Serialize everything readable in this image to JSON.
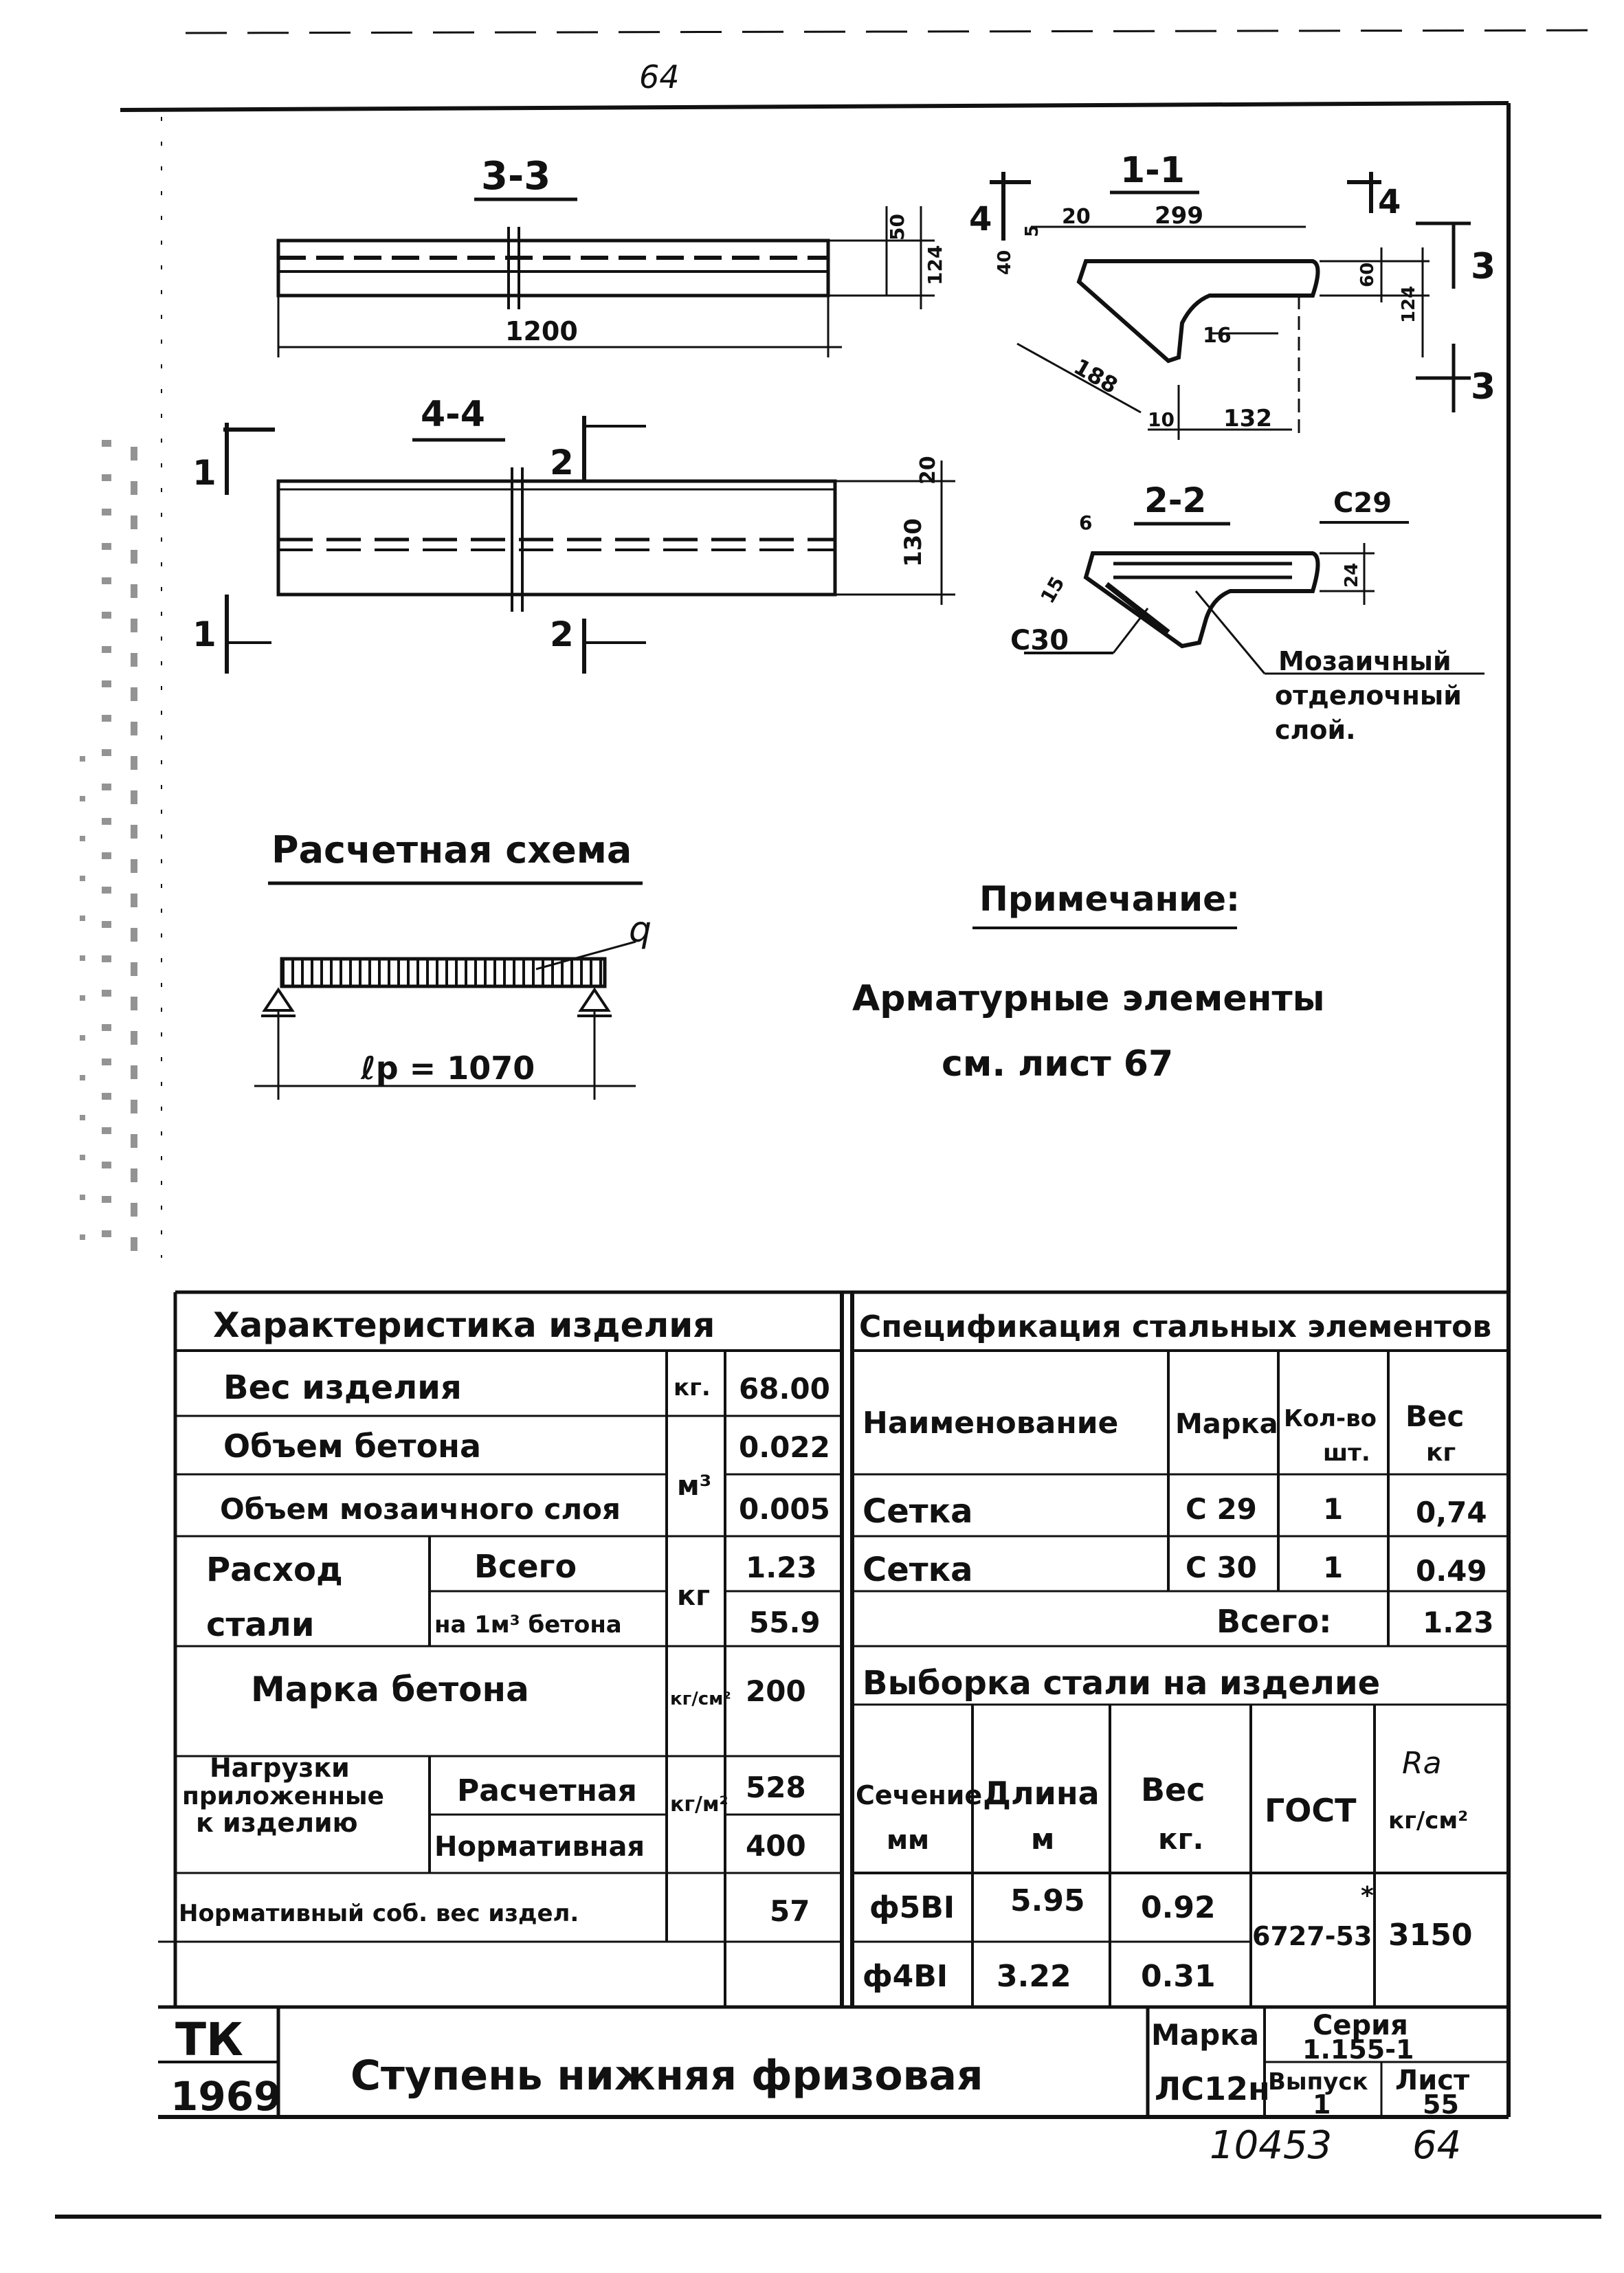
{
  "page_number_top": "64",
  "section_3_3": {
    "label": "3-3",
    "dim_length": "1200",
    "dim_top": "50",
    "dim_total": "124"
  },
  "section_1_1": {
    "label": "1-1",
    "cut_4": "4",
    "cut_3": "3",
    "dim_5": "5",
    "dim_20": "20",
    "dim_299": "299",
    "dim_40": "40",
    "dim_60": "60",
    "dim_124": "124",
    "dim_16": "16",
    "dim_188": "188",
    "dim_10": "10",
    "dim_132": "132"
  },
  "section_4_4": {
    "label": "4-4",
    "cut_1": "1",
    "cut_2": "2",
    "dim_20": "20",
    "dim_130": "130"
  },
  "section_2_2": {
    "label": "2-2",
    "mesh_top": "С29",
    "mesh_bottom": "С30",
    "dim_6": "6",
    "dim_15": "15",
    "dim_24": "24",
    "note_line1": "Мозаичный",
    "note_line2": "отделочный",
    "note_line3": "слой."
  },
  "calc_scheme": {
    "title": "Расчетная схема",
    "load": "q",
    "span": "ℓp = 1070"
  },
  "note": {
    "title": "Примечание:",
    "line1": "Арматурные элементы",
    "line2": "см. лист 67"
  },
  "characteristics": {
    "title": "Характеристика изделия",
    "weight_label": "Вес изделия",
    "weight_unit": "кг.",
    "weight_value": "68.00",
    "concrete_label": "Объем бетона",
    "concrete_unit": "м³",
    "concrete_value": "0.022",
    "mosaic_label": "Объем мозаичного слоя",
    "mosaic_value": "0.005",
    "steel_label1": "Расход",
    "steel_label2": "стали",
    "steel_total_label": "Всего",
    "steel_total_value": "1.23",
    "steel_unit": "кг",
    "steel_per_label": "на 1м³ бетона",
    "steel_per_value": "55.9",
    "grade_label": "Марка бетона",
    "grade_unit": "кг/см²",
    "grade_value": "200",
    "load_label1": "Нагрузки",
    "load_label2": "приложенные",
    "load_label3": "к изделию",
    "load_calc_label": "Расчетная",
    "load_calc_value": "528",
    "load_norm_label": "Нормативная",
    "load_norm_value": "400",
    "load_unit": "кг/м²",
    "own_weight_label": "Нормативный соб. вес издел.",
    "own_weight_value": "57"
  },
  "specification": {
    "title": "Спецификация стальных элементов",
    "col_name": "Наименование",
    "col_mark": "Марка",
    "col_qty1": "Кол-во",
    "col_qty2": "шт.",
    "col_weight1": "Вес",
    "col_weight2": "кг",
    "rows": [
      {
        "name": "Сетка",
        "mark": "С 29",
        "qty": "1",
        "weight": "0,74"
      },
      {
        "name": "Сетка",
        "mark": "С 30",
        "qty": "1",
        "weight": "0.49"
      }
    ],
    "total_label": "Всего:",
    "total_value": "1.23"
  },
  "steel_selection": {
    "title": "Выборка стали на изделие",
    "col_section1": "Сечение",
    "col_section2": "мм",
    "col_length1": "Длина",
    "col_length2": "м",
    "col_weight1": "Вес",
    "col_weight2": "кг.",
    "col_gost": "ГОСТ",
    "col_ra1": "Ra",
    "col_ra2": "кг/см²",
    "rows": [
      {
        "section": "ф5BI",
        "length": "5.95",
        "weight": "0.92"
      },
      {
        "section": "ф4BI",
        "length": "3.22",
        "weight": "0.31"
      }
    ],
    "gost": "6727-53",
    "gost_mark": "*",
    "ra": "3150"
  },
  "title_block": {
    "org": "ТК",
    "year": "1969",
    "name": "Ступень нижняя фризовая",
    "mark_label": "Марка",
    "mark_value": "ЛС12н",
    "series_label": "Серия",
    "series_value": "1.155-1",
    "issue_label": "Выпуск",
    "issue_value": "1",
    "sheet_label": "Лист",
    "sheet_value": "55"
  },
  "stamp_number": "10453",
  "page_number_bottom": "64"
}
